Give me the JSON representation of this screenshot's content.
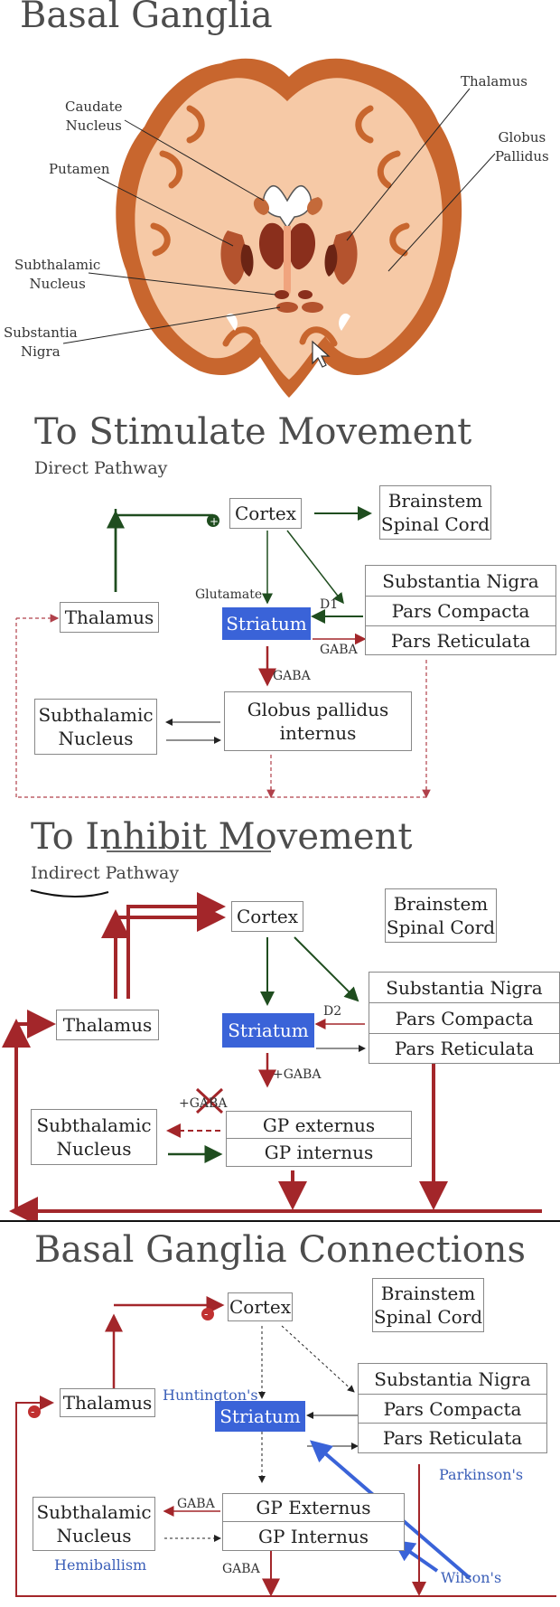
{
  "p1": {
    "title": "Basal Ganglia",
    "labels": {
      "caudate": "Caudate\nNucleus",
      "putamen": "Putamen",
      "subthalamic": "Subthalamic\nNucleus",
      "substantia": "Substantia\nNigra",
      "thalamus": "Thalamus",
      "globus": "Globus\nPallidus"
    }
  },
  "p2": {
    "title": "To Stimulate Movement",
    "subtitle": "Direct Pathway",
    "cortex": "Cortex",
    "brainstem": "Brainstem\nSpinal Cord",
    "sn": [
      "Substantia Nigra",
      "Pars Compacta",
      "Pars Reticulata"
    ],
    "thalamus": "Thalamus",
    "striatum": "Striatum",
    "stn": "Subthalamic\nNucleus",
    "gpi": "Globus pallidus\ninternus",
    "glutamate": "Glutamate",
    "d1": "D1",
    "gaba1": "GABA",
    "gaba2": "GABA",
    "plus": "+"
  },
  "p3": {
    "title": "To Inhibit Movement",
    "subtitle": "Indirect Pathway",
    "cortex": "Cortex",
    "brainstem": "Brainstem\nSpinal Cord",
    "sn": [
      "Substantia Nigra",
      "Pars Compacta",
      "Pars Reticulata"
    ],
    "thalamus": "Thalamus",
    "striatum": "Striatum",
    "stn": "Subthalamic\nNucleus",
    "gp": [
      "GP externus",
      "GP internus"
    ],
    "d2": "D2",
    "gaba": "+GABA",
    "gaba2": "+GABA"
  },
  "p4": {
    "title": "Basal Ganglia Connections",
    "cortex": "Cortex",
    "brainstem": "Brainstem\nSpinal Cord",
    "sn": [
      "Substantia Nigra",
      "Pars Compacta",
      "Pars Reticulata"
    ],
    "thalamus": "Thalamus",
    "striatum": "Striatum",
    "stn": "Subthalamic\nNucleus",
    "gp": [
      "GP Externus",
      "GP Internus"
    ],
    "huntingtons": "Huntington's",
    "parkinsons": "Parkinson's",
    "hemiballism": "Hemiballism",
    "wilsons": "Wilson's",
    "gaba1": "GABA",
    "gaba2": "GABA",
    "minus": "-"
  },
  "colors": {
    "green": "#1f4d1f",
    "red": "#a3262a",
    "blue": "#3a63d8",
    "brainOuter": "#c8662e",
    "brainInner": "#f6c9a6"
  }
}
